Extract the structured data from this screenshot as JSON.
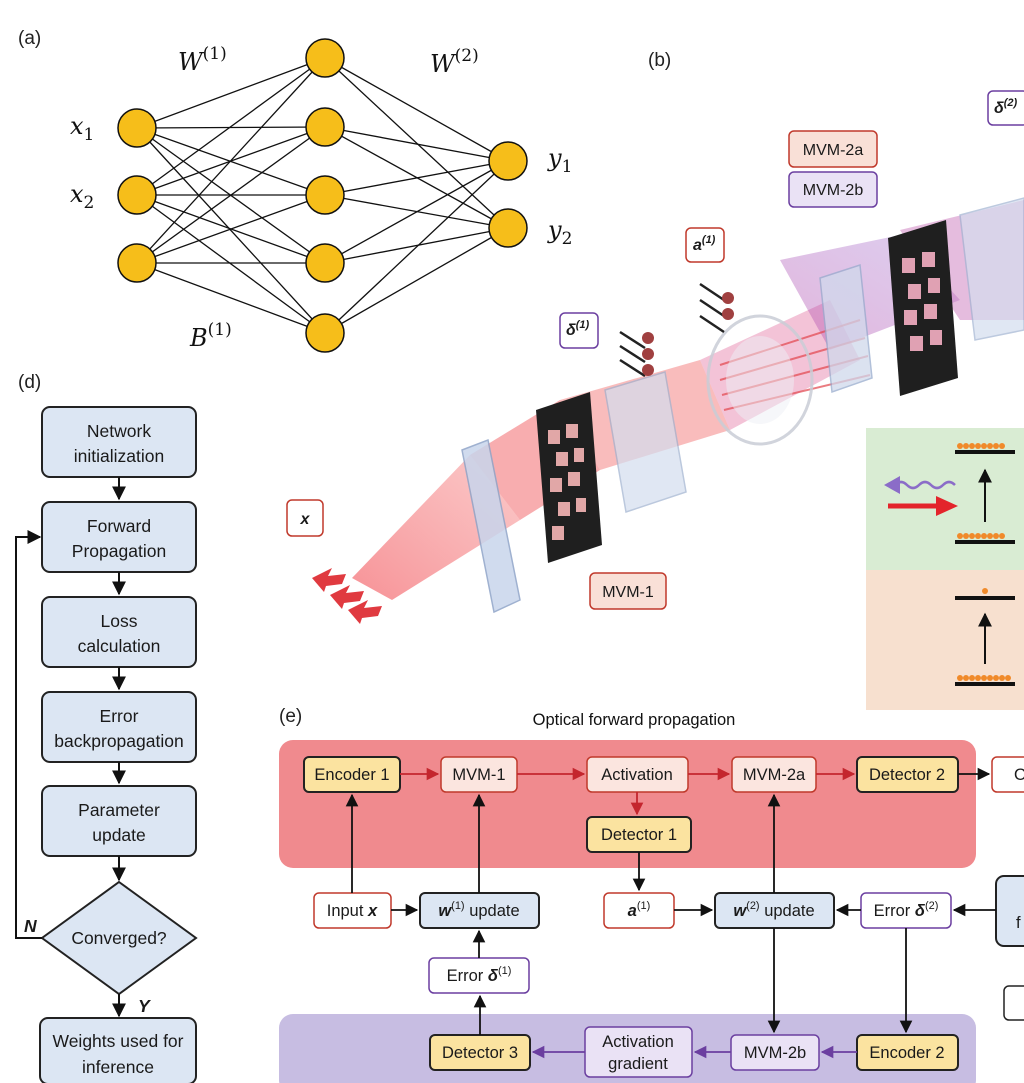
{
  "panels": {
    "a": "(a)",
    "b": "(b)",
    "d": "(d)",
    "e": "(e)"
  },
  "network": {
    "w1": "W",
    "w1_sup": "(1)",
    "w2": "W",
    "w2_sup": "(2)",
    "b1": "B",
    "b1_sup": "(1)",
    "x1": "x",
    "x1_sub": "1",
    "x2": "x",
    "x2_sub": "2",
    "y1": "y",
    "y1_sub": "1",
    "y2": "y",
    "y2_sub": "2",
    "node_color": "#f6be1a"
  },
  "optics": {
    "mvm2a": "MVM-2a",
    "mvm2b": "MVM-2b",
    "a1": "a",
    "a1_sup": "(1)",
    "delta1": "δ",
    "delta1_sup": "(1)",
    "delta2": "δ",
    "delta2_sup": "(2)",
    "x": "x",
    "mvm1": "MVM-1"
  },
  "flowchart": {
    "steps": [
      [
        "Network",
        "initialization"
      ],
      [
        "Forward",
        "Propagation"
      ],
      [
        "Loss",
        "calculation"
      ],
      [
        "Error",
        "backpropagation"
      ],
      [
        "Parameter",
        "update"
      ]
    ],
    "decision": "Converged?",
    "no_label": "N",
    "yes_label": "Y",
    "final": [
      "Weights used for",
      "inference"
    ]
  },
  "block_diagram": {
    "title": "Optical forward propagation",
    "encoder1": "Encoder 1",
    "mvm1": "MVM-1",
    "activation": "Activation",
    "mvm2a": "MVM-2a",
    "detector2": "Detector 2",
    "output_partial": "O",
    "detector1": "Detector 1",
    "input_x": "Input ",
    "input_x_var": "x",
    "w1_update_var": "w",
    "w1_update_sup": "(1)",
    "w1_update_text": " update",
    "a1_var": "a",
    "a1_sup": "(1)",
    "w2_update_var": "w",
    "w2_update_sup": "(2)",
    "w2_update_text": " update",
    "error2_text": "Error ",
    "error2_var": "δ",
    "error2_sup": "(2)",
    "f_partial": "f",
    "error1_text": "Error ",
    "error1_var": "δ",
    "error1_sup": "(1)",
    "detector3": "Detector 3",
    "act_grad": [
      "Activation",
      "gradient"
    ],
    "mvm2b": "MVM-2b",
    "encoder2": "Encoder 2",
    "forward_band_color": "#f08a8e",
    "backward_band_color": "#c7bde2"
  }
}
